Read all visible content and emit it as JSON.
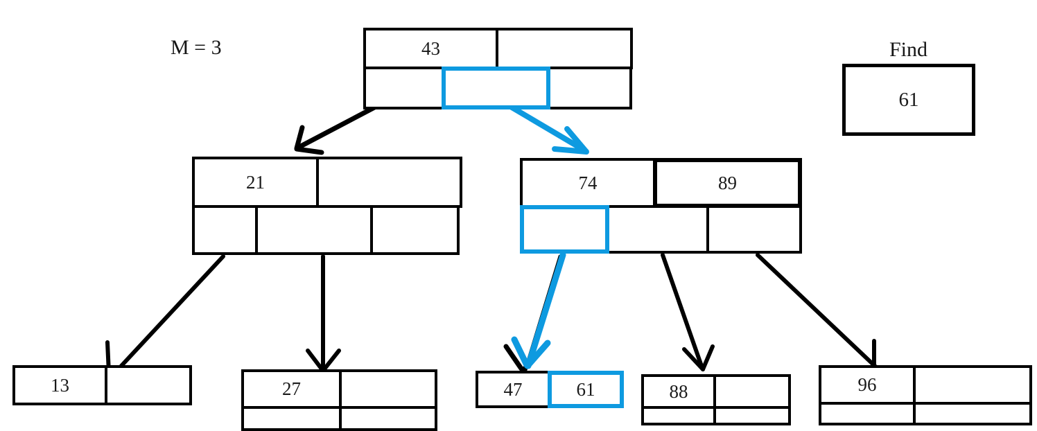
{
  "diagram": {
    "title_label": "M = 3",
    "find": {
      "caption": "Find",
      "value": "61"
    },
    "accent_color": "#0e9ae0",
    "line_color": "#000000",
    "tree": {
      "root": {
        "name": "root-node",
        "keys": [
          "43",
          ""
        ],
        "pointers": [
          "",
          "",
          ""
        ],
        "highlighted_pointer_index": 1
      },
      "internal_left": {
        "name": "internal-node-left",
        "keys": [
          "21",
          ""
        ],
        "pointers": [
          "",
          "",
          ""
        ],
        "highlighted_pointer_index": -1
      },
      "internal_right": {
        "name": "internal-node-right",
        "keys": [
          "74",
          "89"
        ],
        "pointers": [
          "",
          "",
          ""
        ],
        "highlighted_pointer_index": 0
      },
      "leaves": [
        {
          "name": "leaf-13",
          "keys": [
            "13",
            ""
          ],
          "highlighted_key_index": -1
        },
        {
          "name": "leaf-27",
          "keys": [
            "27",
            ""
          ],
          "highlighted_key_index": -1
        },
        {
          "name": "leaf-47-61",
          "keys": [
            "47",
            "61"
          ],
          "highlighted_key_index": 1
        },
        {
          "name": "leaf-88",
          "keys": [
            "88",
            ""
          ],
          "highlighted_key_index": -1
        },
        {
          "name": "leaf-96",
          "keys": [
            "96",
            ""
          ],
          "highlighted_key_index": -1
        }
      ]
    },
    "edges": [
      {
        "name": "edge-root-to-left",
        "color": "#000000"
      },
      {
        "name": "edge-root-to-right",
        "color": "#0e9ae0"
      },
      {
        "name": "edge-left-to-leaf13",
        "color": "#000000"
      },
      {
        "name": "edge-left-to-leaf27",
        "color": "#000000"
      },
      {
        "name": "edge-right-to-leaf47",
        "color": "#0e9ae0"
      },
      {
        "name": "edge-right-to-leaf88",
        "color": "#000000"
      },
      {
        "name": "edge-right-to-leaf96",
        "color": "#000000"
      }
    ]
  }
}
